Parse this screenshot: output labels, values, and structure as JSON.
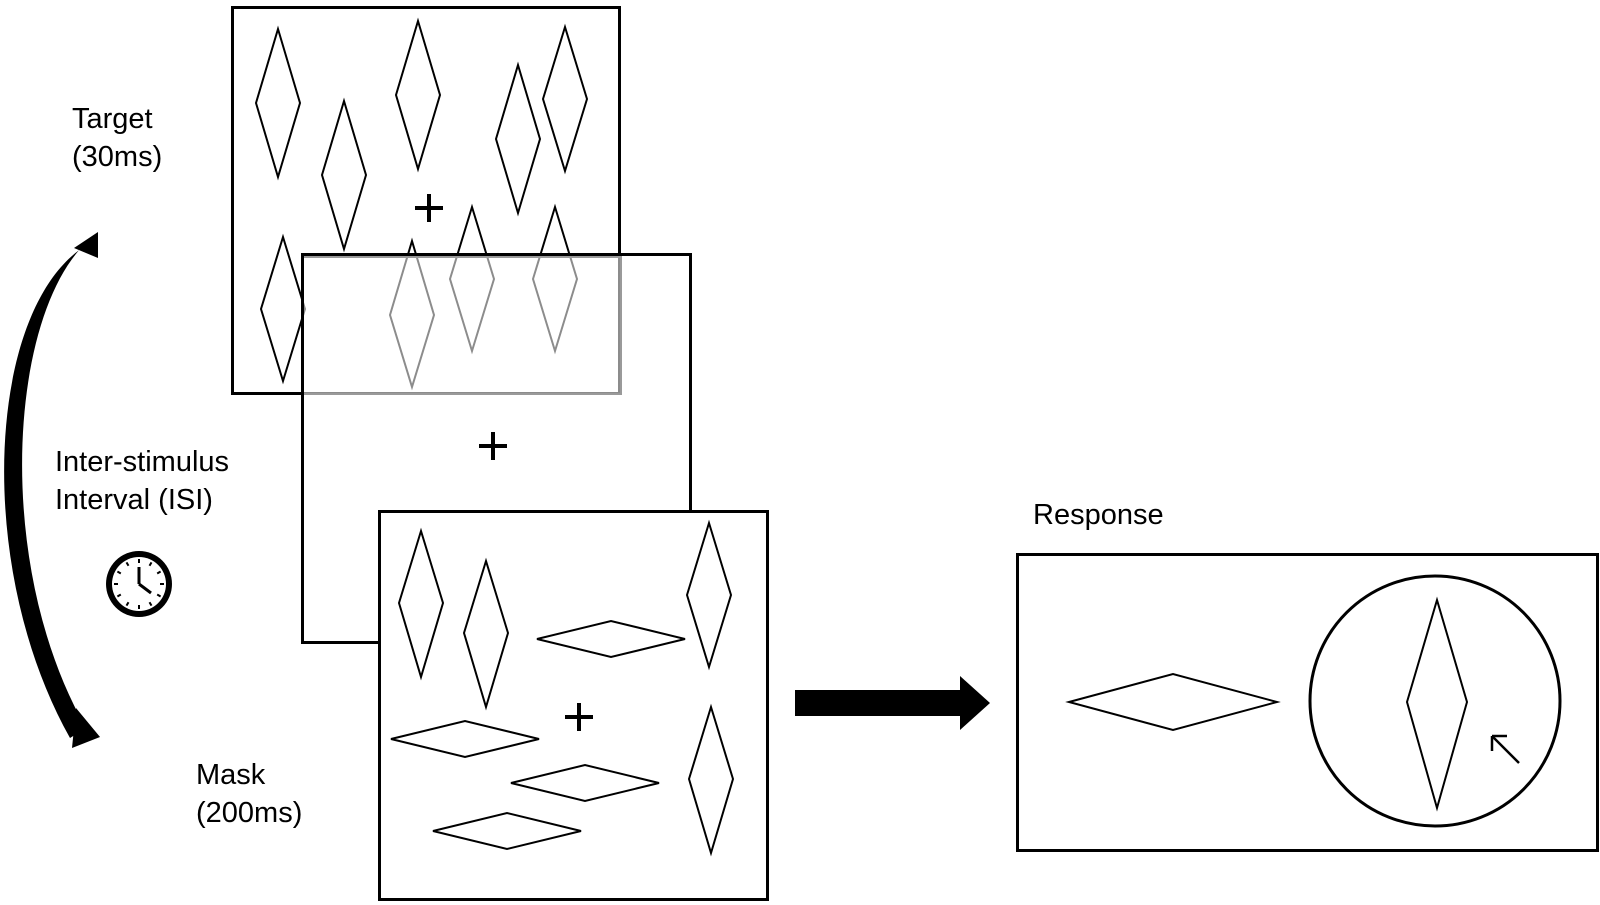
{
  "labels": {
    "target": [
      "Target",
      "(30ms)"
    ],
    "isi": [
      "Inter-stimulus",
      "Interval (ISI)"
    ],
    "mask": [
      "Mask",
      "(200ms)"
    ],
    "response": "Response"
  },
  "icons": {
    "clock": "clock-icon",
    "cycle_arrow": "curved-arrow-icon",
    "next_arrow": "right-arrow-icon",
    "cursor": "cursor-arrow-icon",
    "fixation": "plus-icon"
  },
  "colors": {
    "stroke": "#000000",
    "background": "#ffffff",
    "faded": "#9a9a9a"
  }
}
